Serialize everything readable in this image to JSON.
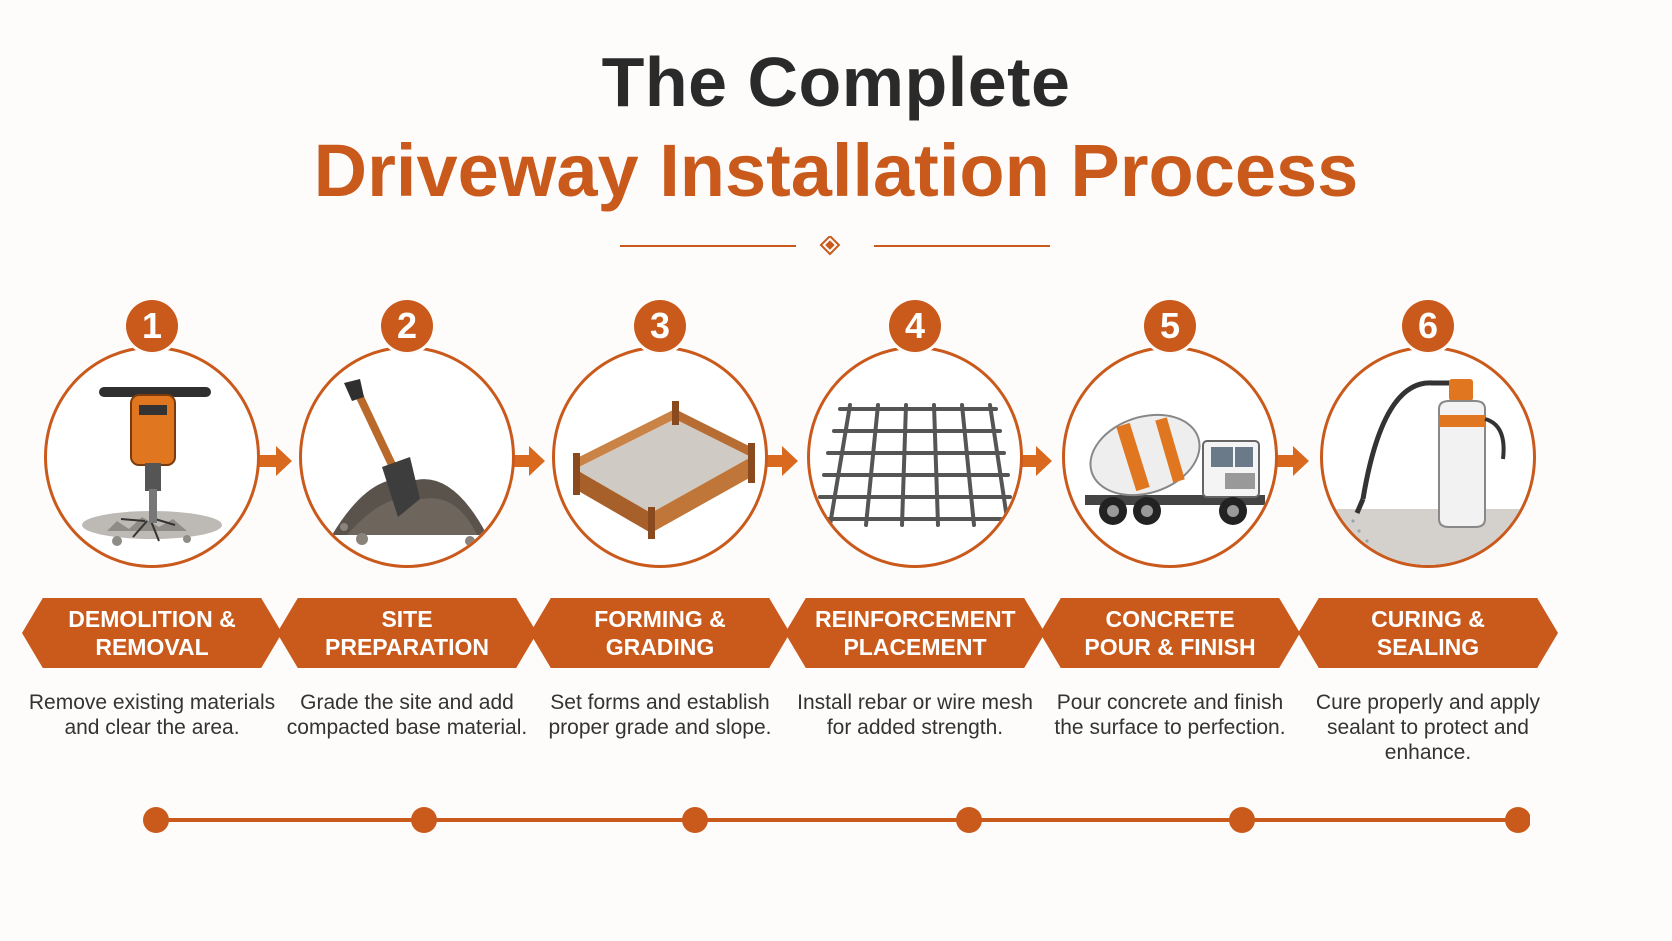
{
  "title": {
    "line1": "The Complete",
    "line2": "Driveway Installation Process"
  },
  "colors": {
    "accent": "#c95a1c",
    "text_dark": "#2a2a2a",
    "text_body": "#333333",
    "background": "#fdfcfb"
  },
  "steps": [
    {
      "number": "1",
      "title": "DEMOLITION & REMOVAL",
      "description": "Remove existing materials and clear the area.",
      "icon": "jackhammer-icon"
    },
    {
      "number": "2",
      "title": "SITE PREPARATION",
      "description": "Grade the site and add compacted base material.",
      "icon": "shovel-icon"
    },
    {
      "number": "3",
      "title": "FORMING & GRADING",
      "description": "Set forms and establish proper grade and slope.",
      "icon": "wood-forms-icon"
    },
    {
      "number": "4",
      "title": "REINFORCEMENT PLACEMENT",
      "description": "Install rebar or wire mesh for added strength.",
      "icon": "rebar-mesh-icon"
    },
    {
      "number": "5",
      "title": "CONCRETE POUR & FINISH",
      "description": "Pour concrete and finish the surface to perfection.",
      "icon": "cement-mixer-truck-icon"
    },
    {
      "number": "6",
      "title": "CURING & SEALING",
      "description": "Cure properly and apply sealant to protect and enhance.",
      "icon": "pump-sprayer-icon"
    }
  ]
}
